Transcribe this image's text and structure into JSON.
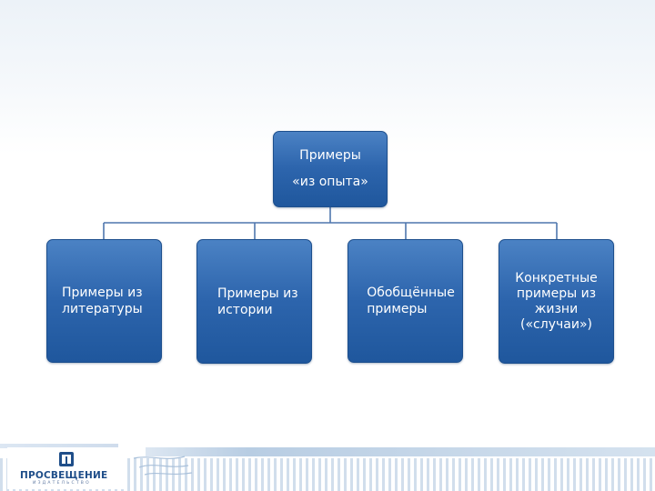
{
  "diagram": {
    "root": {
      "label": "Примеры\n«из опыта»"
    },
    "children": [
      {
        "label": "Примеры из\nлитературы"
      },
      {
        "label": "Примеры из\nистории"
      },
      {
        "label": "Обобщённые\nпримеры"
      },
      {
        "label": "Конкретные\nпримеры из\nжизни\n(«случаи»)"
      }
    ]
  },
  "footer": {
    "logo_title": "ПРОСВЕЩЕНИЕ",
    "logo_subtitle": "ИЗДАТЕЛЬСТВО",
    "logo_icon": "book-logo-icon"
  },
  "colors": {
    "box_top": "#4b82c4",
    "box_bottom": "#1f579d",
    "connector": "#4f77ad"
  }
}
